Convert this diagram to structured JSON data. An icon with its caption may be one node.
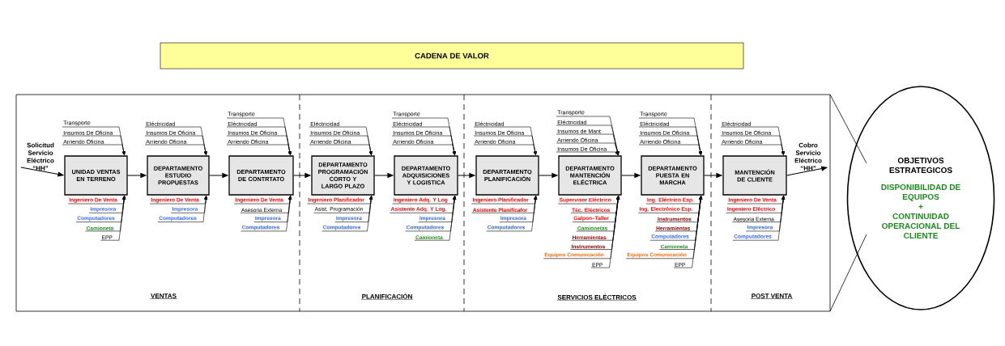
{
  "diagram": {
    "title": "CADENA DE VALOR",
    "nodes": [
      {
        "text": [
          "Solicitud Servicio Eléctrico “HH”"
        ]
      },
      {
        "text": [
          "UNIDAD VENTAS EN TERRENO"
        ]
      },
      {
        "text": [
          "Transporte"
        ]
      },
      {
        "text": [
          "Insumos De Oficina"
        ]
      },
      {
        "text": [
          "Arriendo Oficina"
        ]
      },
      {
        "text": [
          "Ingeniero De Venta"
        ]
      },
      {
        "text": [
          "Impresora"
        ]
      },
      {
        "text": [
          "Computadores"
        ]
      },
      {
        "text": [
          "Camioneta"
        ]
      },
      {
        "text": [
          "EPP"
        ]
      },
      {
        "text": [
          "DEPARTAMENTO ESTUDIO PROPUESTAS"
        ]
      },
      {
        "text": [
          "Eléctricidad"
        ]
      },
      {
        "text": [
          "Insumos De Oficina"
        ]
      },
      {
        "text": [
          "Arriendo Oficina"
        ]
      },
      {
        "text": [
          "Ingeniero De Venta"
        ]
      },
      {
        "text": [
          "Impresora"
        ]
      },
      {
        "text": [
          "Computadores"
        ]
      },
      {
        "text": [
          "DEPARTAMENTO DE CONTRTATO"
        ]
      },
      {
        "text": [
          "Transporte"
        ]
      },
      {
        "text": [
          "Eléctricidad"
        ]
      },
      {
        "text": [
          "Insumos De Oficina"
        ]
      },
      {
        "text": [
          "Arriendo Oficina"
        ]
      },
      {
        "text": [
          "Ingeniero De Venta"
        ]
      },
      {
        "text": [
          "Asesoria Externa"
        ]
      },
      {
        "text": [
          "Impresora"
        ]
      },
      {
        "text": [
          "Computadores"
        ]
      },
      {
        "text": [
          "DEPARTAMENTO PROGRAMACIÓN CORTO Y LARGO PLAZO"
        ]
      },
      {
        "text": [
          "Eléctricidad"
        ]
      },
      {
        "text": [
          "Insumos De Oficina"
        ]
      },
      {
        "text": [
          "Arriendo Oficina"
        ]
      },
      {
        "text": [
          "Ingeniero Planificador"
        ]
      },
      {
        "text": [
          "Asist. Programación"
        ]
      },
      {
        "text": [
          "Impresora"
        ]
      },
      {
        "text": [
          "Computadores"
        ]
      },
      {
        "text": [
          "DEPARTAMENTO ADQUISICIONES Y LOGISTICA"
        ]
      },
      {
        "text": [
          "Transporte"
        ]
      },
      {
        "text": [
          "Eléctricidad"
        ]
      },
      {
        "text": [
          "Insumos De Oficina"
        ]
      },
      {
        "text": [
          "Arriendo Oficina"
        ]
      },
      {
        "text": [
          "Ingeniero Adq. Y Log"
        ]
      },
      {
        "text": [
          "Asistente Adq. Y Log."
        ]
      },
      {
        "text": [
          "Impresora"
        ]
      },
      {
        "text": [
          "Computadores"
        ]
      },
      {
        "text": [
          "Camioneta"
        ]
      },
      {
        "text": [
          "DEPARTAMENTO PLANIFICACIÓN"
        ]
      },
      {
        "text": [
          "Eléctricidad"
        ]
      },
      {
        "text": [
          "Insumos De Oficina"
        ]
      },
      {
        "text": [
          "Arriendo Oficina"
        ]
      },
      {
        "text": [
          "Ingeniero Planificador"
        ]
      },
      {
        "text": [
          "Asistente Planificafor"
        ]
      },
      {
        "text": [
          "Impresora"
        ]
      },
      {
        "text": [
          "Computadores"
        ]
      },
      {
        "text": [
          "DEPARTAMENTO MANTENCIÓN ELÉCTRICA"
        ]
      },
      {
        "text": [
          "Transporte"
        ]
      },
      {
        "text": [
          "Eléctricidad"
        ]
      },
      {
        "text": [
          "Insumos de Mant"
        ]
      },
      {
        "text": [
          "Arriendo Oficina"
        ]
      },
      {
        "text": [
          "Insumos De Oficina"
        ]
      },
      {
        "text": [
          "Supervisor Eléctrico"
        ]
      },
      {
        "text": [
          "Téc. Eléctricos"
        ]
      },
      {
        "text": [
          "Galpon–Taller"
        ]
      },
      {
        "text": [
          "Camionetas"
        ]
      },
      {
        "text": [
          "Herramientas"
        ]
      },
      {
        "text": [
          "Instrumentos"
        ]
      },
      {
        "text": [
          "Equipos Comunicación"
        ]
      },
      {
        "text": [
          "EPP"
        ]
      },
      {
        "text": [
          "DEPARTAMENTO PUESTA EN MARCHA"
        ]
      },
      {
        "text": [
          "Transporte"
        ]
      },
      {
        "text": [
          "Eléctricidad"
        ]
      },
      {
        "text": [
          "Insumos De Oficina"
        ]
      },
      {
        "text": [
          "Arriendo Oficina"
        ]
      },
      {
        "text": [
          "Ing. Eléctrico Esp."
        ]
      },
      {
        "text": [
          "Ing. Electrónico Esp."
        ]
      },
      {
        "text": [
          "Instrumentos"
        ]
      },
      {
        "text": [
          "Herramientas"
        ]
      },
      {
        "text": [
          "Computadores"
        ]
      },
      {
        "text": [
          "Camioneta"
        ]
      },
      {
        "text": [
          "Equipos Comunicación"
        ]
      },
      {
        "text": [
          "EPP"
        ]
      },
      {
        "text": [
          "MANTENCIÓN DE CLIENTE"
        ]
      },
      {
        "text": [
          "Eléctricidad"
        ]
      },
      {
        "text": [
          "Insumos De Oficina"
        ]
      },
      {
        "text": [
          "Arriendo Oficina"
        ]
      },
      {
        "text": [
          "Ingeniero De Venta"
        ]
      },
      {
        "text": [
          "Ingeniero Eléctrico"
        ]
      },
      {
        "text": [
          "Asesoria Externa"
        ]
      },
      {
        "text": [
          "Impresora"
        ]
      },
      {
        "text": [
          "Computadores"
        ]
      },
      {
        "text": [
          "Cobro Servicio Eléctrico “HH”"
        ]
      },
      {
        "text": [
          "OBJETIVOS ESTRATEGICOS",
          "DISPONIBILIDAD DE EQUIPOS",
          "+",
          "CONTINUIDAD OPERACIONAL DEL CLIENTE"
        ]
      }
    ],
    "edges": [
      {
        "from": 0,
        "to": 1,
        "arrow": "to"
      },
      {
        "from": 2,
        "to": 1,
        "arrow": "to"
      },
      {
        "from": 3,
        "to": 1,
        "arrow": "to"
      },
      {
        "from": 4,
        "to": 1,
        "arrow": "to"
      },
      {
        "from": 5,
        "to": 1,
        "arrow": "to"
      },
      {
        "from": 6,
        "to": 1,
        "arrow": "to"
      },
      {
        "from": 7,
        "to": 1,
        "arrow": "to"
      },
      {
        "from": 8,
        "to": 1,
        "arrow": "to"
      },
      {
        "from": 9,
        "to": 1,
        "arrow": "to"
      },
      {
        "from": 1,
        "to": 10,
        "arrow": "to"
      },
      {
        "from": 11,
        "to": 10,
        "arrow": "to"
      },
      {
        "from": 12,
        "to": 10,
        "arrow": "to"
      },
      {
        "from": 13,
        "to": 10,
        "arrow": "to"
      },
      {
        "from": 14,
        "to": 10,
        "arrow": "to"
      },
      {
        "from": 15,
        "to": 10,
        "arrow": "to"
      },
      {
        "from": 16,
        "to": 10,
        "arrow": "to"
      },
      {
        "from": 10,
        "to": 17,
        "arrow": "to"
      },
      {
        "from": 18,
        "to": 17,
        "arrow": "to"
      },
      {
        "from": 19,
        "to": 17,
        "arrow": "to"
      },
      {
        "from": 20,
        "to": 17,
        "arrow": "to"
      },
      {
        "from": 21,
        "to": 17,
        "arrow": "to"
      },
      {
        "from": 22,
        "to": 17,
        "arrow": "to"
      },
      {
        "from": 23,
        "to": 17,
        "arrow": "to"
      },
      {
        "from": 24,
        "to": 17,
        "arrow": "to"
      },
      {
        "from": 25,
        "to": 17,
        "arrow": "to"
      },
      {
        "from": 17,
        "to": 26,
        "arrow": "to"
      },
      {
        "from": 27,
        "to": 26,
        "arrow": "to"
      },
      {
        "from": 28,
        "to": 26,
        "arrow": "to"
      },
      {
        "from": 29,
        "to": 26,
        "arrow": "to"
      },
      {
        "from": 30,
        "to": 26,
        "arrow": "to"
      },
      {
        "from": 31,
        "to": 26,
        "arrow": "to"
      },
      {
        "from": 32,
        "to": 26,
        "arrow": "to"
      },
      {
        "from": 33,
        "to": 26,
        "arrow": "to"
      },
      {
        "from": 26,
        "to": 34,
        "arrow": "to"
      },
      {
        "from": 35,
        "to": 34,
        "arrow": "to"
      },
      {
        "from": 36,
        "to": 34,
        "arrow": "to"
      },
      {
        "from": 37,
        "to": 34,
        "arrow": "to"
      },
      {
        "from": 38,
        "to": 34,
        "arrow": "to"
      },
      {
        "from": 39,
        "to": 34,
        "arrow": "to"
      },
      {
        "from": 40,
        "to": 34,
        "arrow": "to"
      },
      {
        "from": 41,
        "to": 34,
        "arrow": "to"
      },
      {
        "from": 42,
        "to": 34,
        "arrow": "to"
      },
      {
        "from": 43,
        "to": 34,
        "arrow": "to"
      },
      {
        "from": 34,
        "to": 44,
        "arrow": "to"
      },
      {
        "from": 45,
        "to": 44,
        "arrow": "to"
      },
      {
        "from": 46,
        "to": 44,
        "arrow": "to"
      },
      {
        "from": 47,
        "to": 44,
        "arrow": "to"
      },
      {
        "from": 48,
        "to": 44,
        "arrow": "to"
      },
      {
        "from": 49,
        "to": 44,
        "arrow": "to"
      },
      {
        "from": 50,
        "to": 44,
        "arrow": "to"
      },
      {
        "from": 51,
        "to": 44,
        "arrow": "to"
      },
      {
        "from": 44,
        "to": 52,
        "arrow": "to"
      },
      {
        "from": 53,
        "to": 52,
        "arrow": "to"
      },
      {
        "from": 54,
        "to": 52,
        "arrow": "to"
      },
      {
        "from": 55,
        "to": 52,
        "arrow": "to"
      },
      {
        "from": 56,
        "to": 52,
        "arrow": "to"
      },
      {
        "from": 57,
        "to": 52,
        "arrow": "to"
      },
      {
        "from": 58,
        "to": 52,
        "arrow": "to"
      },
      {
        "from": 59,
        "to": 52,
        "arrow": "to"
      },
      {
        "from": 60,
        "to": 52,
        "arrow": "to"
      },
      {
        "from": 61,
        "to": 52,
        "arrow": "to"
      },
      {
        "from": 62,
        "to": 52,
        "arrow": "to"
      },
      {
        "from": 63,
        "to": 52,
        "arrow": "to"
      },
      {
        "from": 64,
        "to": 52,
        "arrow": "to"
      },
      {
        "from": 65,
        "to": 52,
        "arrow": "to"
      },
      {
        "from": 52,
        "to": 66,
        "arrow": "to"
      },
      {
        "from": 67,
        "to": 66,
        "arrow": "to"
      },
      {
        "from": 68,
        "to": 66,
        "arrow": "to"
      },
      {
        "from": 69,
        "to": 66,
        "arrow": "to"
      },
      {
        "from": 70,
        "to": 66,
        "arrow": "to"
      },
      {
        "from": 71,
        "to": 66,
        "arrow": "to"
      },
      {
        "from": 72,
        "to": 66,
        "arrow": "to"
      },
      {
        "from": 73,
        "to": 66,
        "arrow": "to"
      },
      {
        "from": 74,
        "to": 66,
        "arrow": "to"
      },
      {
        "from": 75,
        "to": 66,
        "arrow": "to"
      },
      {
        "from": 76,
        "to": 66,
        "arrow": "to"
      },
      {
        "from": 77,
        "to": 66,
        "arrow": "to"
      },
      {
        "from": 78,
        "to": 66,
        "arrow": "to"
      },
      {
        "from": 66,
        "to": 79,
        "arrow": "to"
      },
      {
        "from": 80,
        "to": 79,
        "arrow": "to"
      },
      {
        "from": 81,
        "to": 79,
        "arrow": "to"
      },
      {
        "from": 82,
        "to": 79,
        "arrow": "to"
      },
      {
        "from": 83,
        "to": 79,
        "arrow": "to"
      },
      {
        "from": 84,
        "to": 79,
        "arrow": "to"
      },
      {
        "from": 85,
        "to": 79,
        "arrow": "to"
      },
      {
        "from": 86,
        "to": 79,
        "arrow": "to"
      },
      {
        "from": 87,
        "to": 79,
        "arrow": "to"
      },
      {
        "from": 79,
        "to": 88,
        "arrow": "to"
      }
    ],
    "labels": [
      "VENTAS",
      "PLANIFICACIÓN",
      "SERVICIOS ELÉCTRICOS",
      "POST VENTA"
    ]
  }
}
